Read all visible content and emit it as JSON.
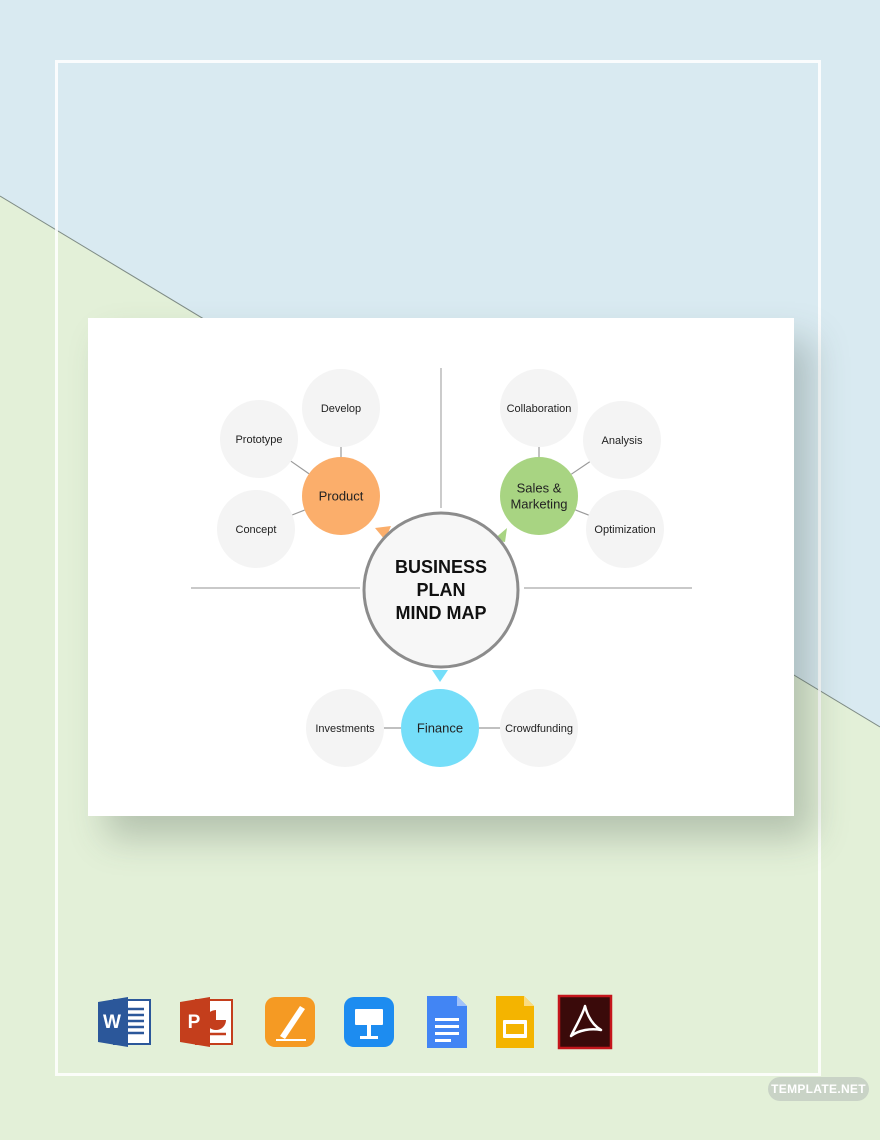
{
  "colors": {
    "background_blue": "#d9eaf1",
    "background_green": "#e3f0d8",
    "product": "#fbae6b",
    "sales_marketing": "#a8d482",
    "finance": "#75def9",
    "sub_node": "#f4f4f4",
    "center_border": "#8c8c8c"
  },
  "diagram": {
    "center": {
      "lines": [
        "BUSINESS",
        "PLAN",
        "MIND MAP"
      ]
    },
    "branches": [
      {
        "id": "product",
        "lines": [
          "Product"
        ],
        "color": "#fbae6b",
        "children": [
          "Develop",
          "Prototype",
          "Concept"
        ]
      },
      {
        "id": "sales-marketing",
        "lines": [
          "Sales &",
          "Marketing"
        ],
        "color": "#a8d482",
        "children": [
          "Collaboration",
          "Analysis",
          "Optimization"
        ]
      },
      {
        "id": "finance",
        "lines": [
          "Finance"
        ],
        "color": "#75def9",
        "children": [
          "Investments",
          "Crowdfunding"
        ]
      }
    ]
  },
  "format_icons": [
    {
      "name": "word-icon",
      "letter": "W",
      "color": "#2b579a"
    },
    {
      "name": "powerpoint-icon",
      "letter": "P",
      "color": "#c43e1c"
    },
    {
      "name": "pages-icon",
      "letter": "",
      "color": "#f59a23"
    },
    {
      "name": "keynote-icon",
      "letter": "",
      "color": "#1d8cf0"
    },
    {
      "name": "google-docs-icon",
      "letter": "",
      "color": "#4285f4"
    },
    {
      "name": "google-slides-icon",
      "letter": "",
      "color": "#f4b400"
    },
    {
      "name": "pdf-icon",
      "letter": "",
      "color": "#3a0a0a"
    }
  ],
  "watermark": "TEMPLATE.NET"
}
